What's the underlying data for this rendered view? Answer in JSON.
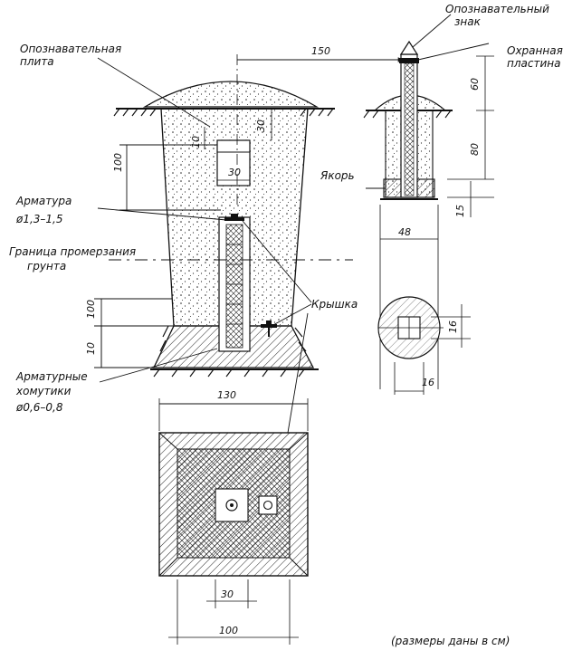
{
  "labels": {
    "marker_plate": [
      "Опознавательная",
      "плита"
    ],
    "marker_sign": [
      "Опознавательный",
      "знак"
    ],
    "guard_plate": [
      "Охранная",
      "пластина"
    ],
    "anchor": "Якорь",
    "rebar": [
      "Арматура",
      "ø1,3–1,5"
    ],
    "frost_boundary": [
      "Граница промерзания",
      "грунта"
    ],
    "cap": "Крышка",
    "rebar_stirrups": [
      "Арматурные",
      "хомутики",
      "ø0,6–0,8"
    ]
  },
  "dimensions": {
    "d150": "150",
    "d60": "60",
    "d80_right": "80",
    "d10_top": "10",
    "d30_side": "30",
    "d100_upper": "100",
    "d30_window": "30",
    "d15": "15",
    "d48": "48",
    "d16_vert": "16",
    "d16_horiz": "16",
    "d100_lower": "100",
    "d10_bottom": "10",
    "d130": "130",
    "d30_plan": "30",
    "d100_plan": "100"
  },
  "footnote": "(размеры даны в см)"
}
